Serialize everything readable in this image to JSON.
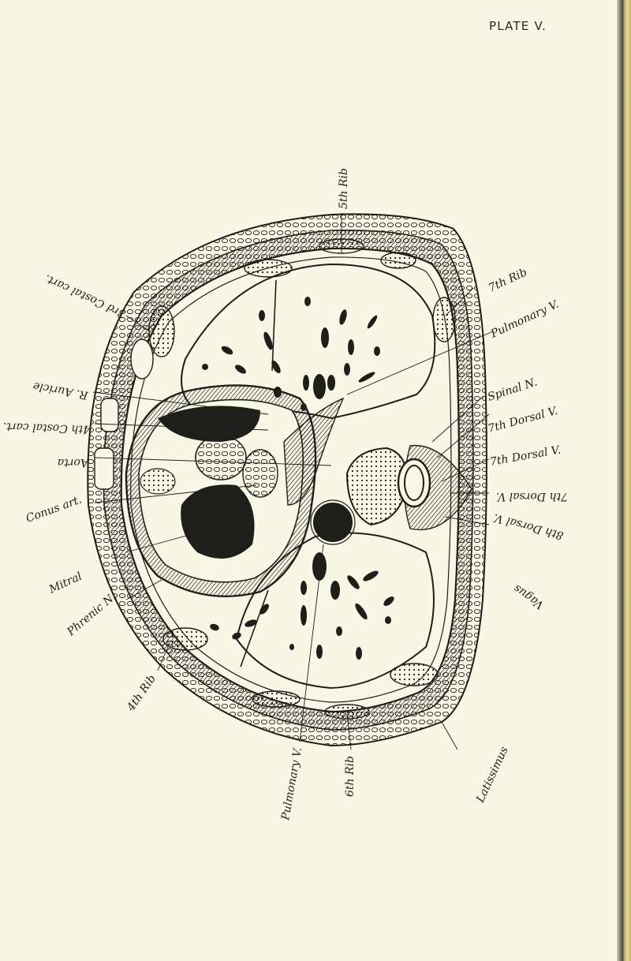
{
  "plate": {
    "title": "PLATE V."
  },
  "labels": {
    "rib5": "5th Rib",
    "rib7": "7th Rib",
    "pulmonary_v_right": "Pulmonary V.",
    "spinal_n": "Spinal N.",
    "dorsal_v7_a": "7th Dorsal V.",
    "dorsal_v7_b": "7th Dorsal V.",
    "dorsal_v7_inv": "7th Dorsal V.",
    "dorsal_v8_inv": "8th Dorsal V.",
    "vagus": "Vagus",
    "costal_cart_3": "3rd Costal cart.",
    "r_auricle": "R. Auricle",
    "costal_cart_4": "4th Costal cart.",
    "aorta": "Aorta",
    "conus_art": "Conus art.",
    "mitral": "Mitral",
    "phrenic_n": "Phrenic N.",
    "rib4": "4th Rib",
    "pulmonary_v_bottom": "Pulmonary V.",
    "rib6": "6th Rib",
    "latissimus": "Latissimus"
  },
  "colors": {
    "ink": "#1e1e1a",
    "paper": "#f8f6e4"
  }
}
